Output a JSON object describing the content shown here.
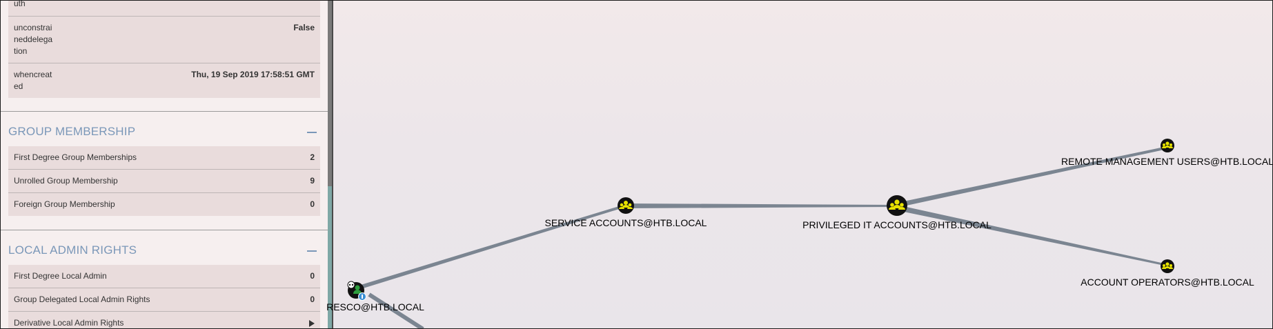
{
  "properties": [
    {
      "key": "uth",
      "value": ""
    },
    {
      "key": "unconstrai\nneddelega\ntion",
      "value": "False"
    },
    {
      "key": "whencreat\ned",
      "value": "Thu, 19 Sep 2019 17:58:51 GMT"
    }
  ],
  "group_membership": {
    "title": "GROUP MEMBERSHIP",
    "rows": [
      {
        "label": "First Degree Group Memberships",
        "value": "2"
      },
      {
        "label": "Unrolled Group Membership",
        "value": "9"
      },
      {
        "label": "Foreign Group Membership",
        "value": "0"
      }
    ]
  },
  "local_admin_rights": {
    "title": "LOCAL ADMIN RIGHTS",
    "rows": [
      {
        "label": "First Degree Local Admin",
        "value": "0"
      },
      {
        "label": "Group Delegated Local Admin Rights",
        "value": "0"
      },
      {
        "label": "Derivative Local Admin Rights",
        "value": ""
      }
    ]
  },
  "graph": {
    "nodes": [
      {
        "label": "RESCO@HTB.LOCAL",
        "type": "user",
        "icon": "user-node-icon"
      },
      {
        "label": "SERVICE ACCOUNTS@HTB.LOCAL",
        "type": "group",
        "icon": "group-node-icon"
      },
      {
        "label": "PRIVILEGED IT ACCOUNTS@HTB.LOCAL",
        "type": "group",
        "icon": "group-node-icon"
      },
      {
        "label": "REMOTE MANAGEMENT USERS@HTB.LOCAL",
        "type": "group",
        "icon": "group-node-icon"
      },
      {
        "label": "ACCOUNT OPERATORS@HTB.LOCAL",
        "type": "group",
        "icon": "group-node-icon"
      }
    ],
    "colors": {
      "edge": "#7b8591",
      "group_fill": "#e8e200",
      "node_dark": "#111111",
      "user_fill": "#2e9e3e",
      "owned_badge": "#3a8fd4"
    }
  }
}
